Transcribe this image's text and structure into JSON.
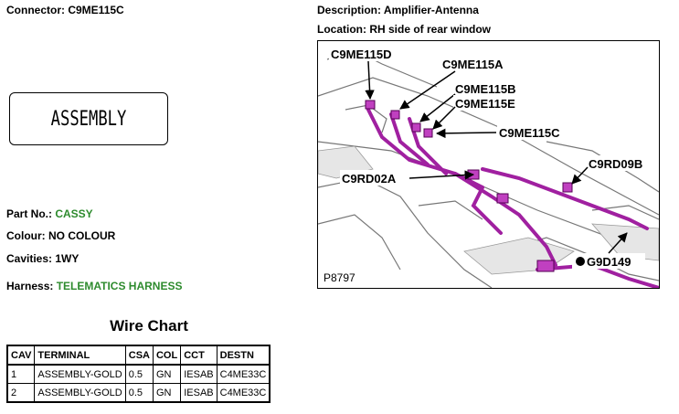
{
  "header": {
    "connector_label": "Connector: ",
    "connector_value": "C9ME115C",
    "description_label": "Description: ",
    "description_value": "Amplifier-Antenna",
    "location_label": "Location: ",
    "location_value": "RH side of rear window"
  },
  "connector_image": {
    "text": "ASSEMBLY"
  },
  "details": {
    "part_no_label": "Part No.: ",
    "part_no_value": "CASSY",
    "colour_label": "Colour: ",
    "colour_value": "NO COLOUR",
    "cavities_label": "Cavities: ",
    "cavities_value": "1WY",
    "harness_label": "Harness: ",
    "harness_value": "TELEMATICS HARNESS"
  },
  "wire_chart": {
    "title": "Wire Chart",
    "headers": [
      "CAV",
      "TERMINAL",
      "CSA",
      "COL",
      "CCT",
      "DESTN"
    ],
    "rows": [
      [
        "1",
        "ASSEMBLY-GOLD",
        "0.5",
        "GN",
        "IESAB",
        "C4ME33C"
      ],
      [
        "2",
        "ASSEMBLY-GOLD",
        "0.5",
        "GN",
        "IESAB",
        "C4ME33C"
      ]
    ]
  },
  "diagram": {
    "figure_id": "P8797",
    "callouts": {
      "c9me115d": "C9ME115D",
      "c9me115a": "C9ME115A",
      "c9me115b": "C9ME115B",
      "c9me115e": "C9ME115E",
      "c9me115c": "C9ME115C",
      "c9rd09b": "C9RD09B",
      "c9rd02a": "C9RD02A",
      "g9d149": "G9D149"
    },
    "harness_color": "#a020a0"
  }
}
